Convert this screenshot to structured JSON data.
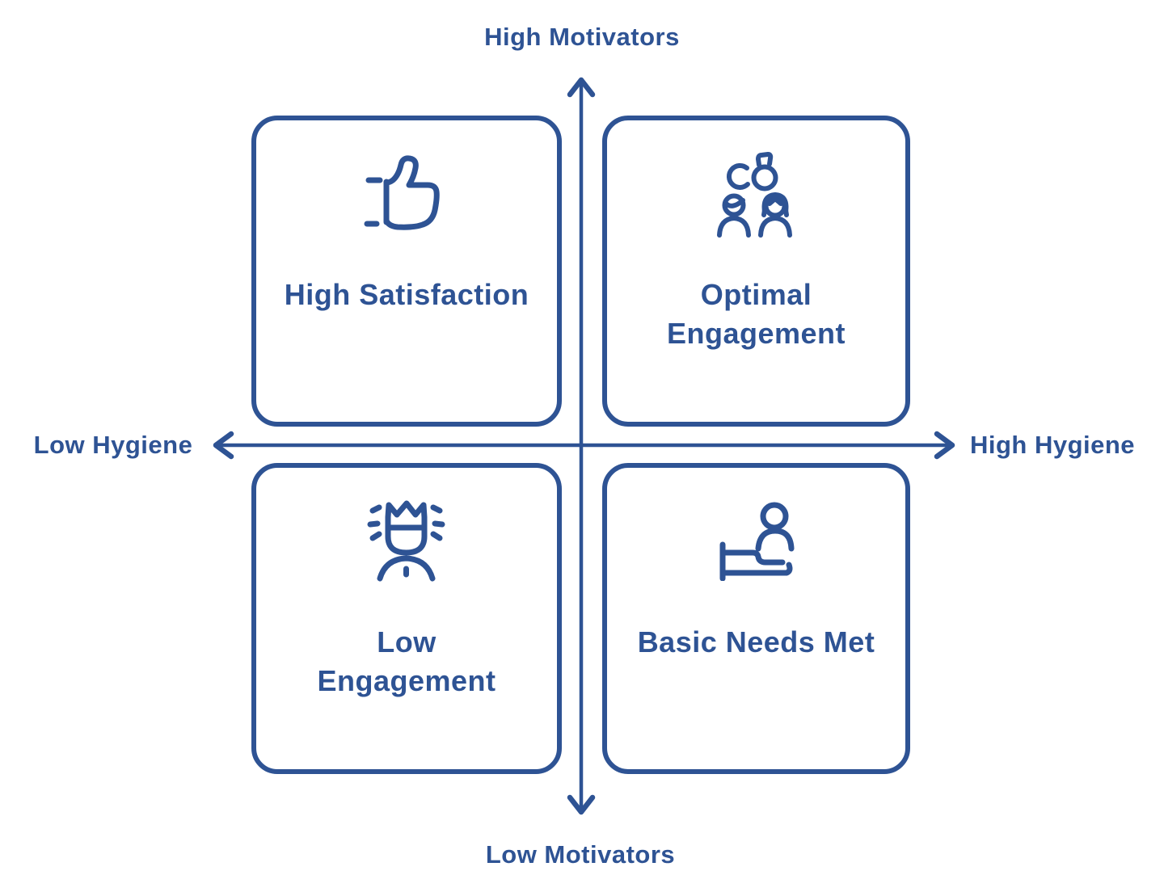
{
  "colors": {
    "ink": "#2E5394",
    "background": "#FFFFFF"
  },
  "axes": {
    "top": "High Motivators",
    "bottom": "Low Motivators",
    "left": "Low Hygiene",
    "right": "High Hygiene"
  },
  "quadrants": [
    {
      "position": "top-left",
      "label": "High Satisfaction",
      "icon": "thumbs-up-icon"
    },
    {
      "position": "top-right",
      "label": "Optimal Engagement",
      "icon": "engagement-rings-couple-icon"
    },
    {
      "position": "bottom-left",
      "label": "Low Engagement",
      "icon": "person-with-crown-icon"
    },
    {
      "position": "bottom-right",
      "label": "Basic Needs Met",
      "icon": "person-in-bed-icon"
    }
  ]
}
